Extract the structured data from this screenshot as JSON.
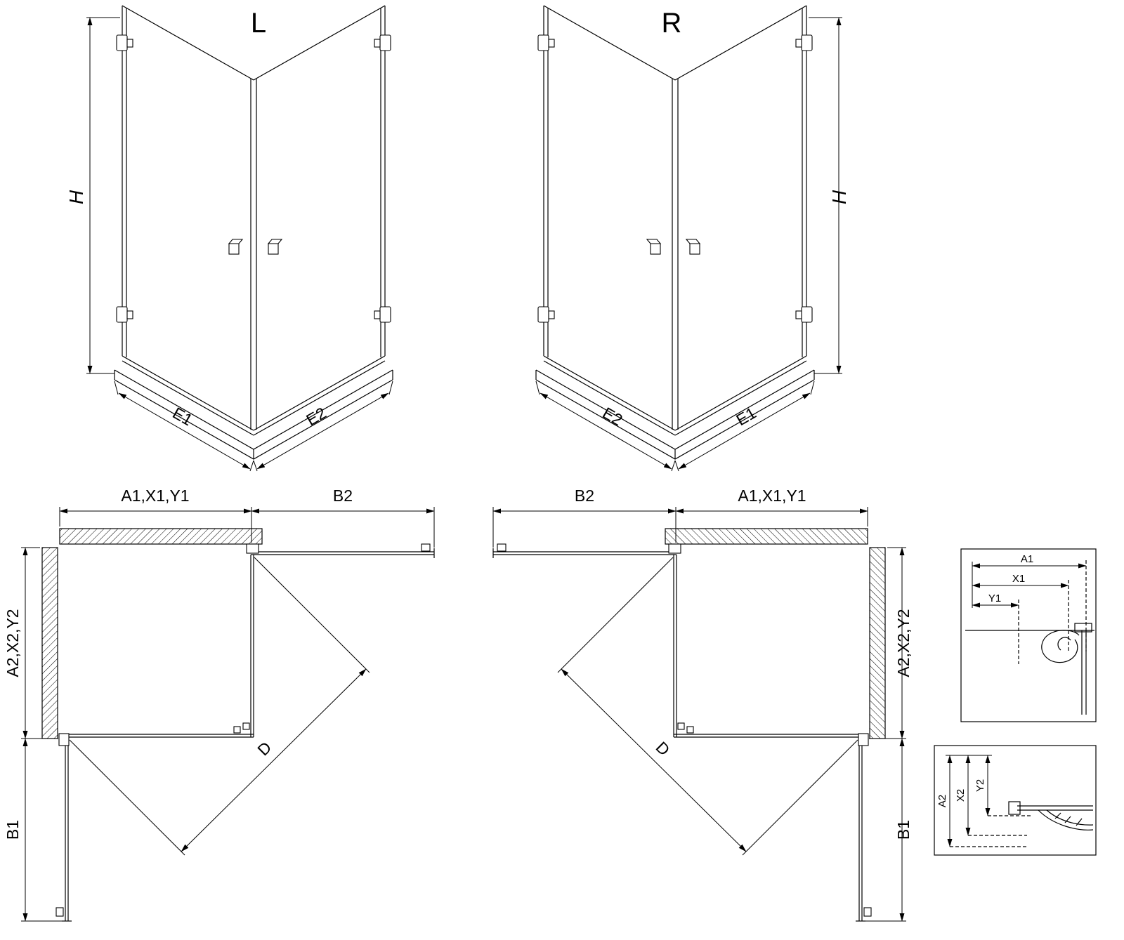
{
  "drawing": {
    "elevations": {
      "left": {
        "label": "L",
        "height_dim": "H",
        "edge_left_dim": "E1",
        "edge_right_dim": "E2"
      },
      "right": {
        "label": "R",
        "height_dim": "H",
        "edge_left_dim": "E2",
        "edge_right_dim": "E1"
      }
    },
    "plans": {
      "left": {
        "top_dim": "A1,X1,Y1",
        "door_top_dim": "B2",
        "side_dim": "A2,X2,Y2",
        "door_side_dim": "B1",
        "diagonal_dim": "D"
      },
      "right": {
        "top_dim": "A1,X1,Y1",
        "door_top_dim": "B2",
        "side_dim": "A2,X2,Y2",
        "door_side_dim": "B1",
        "diagonal_dim": "D"
      }
    },
    "details": {
      "horizontal_box": {
        "dim_a": "A1",
        "dim_x": "X1",
        "dim_y": "Y1"
      },
      "vertical_box": {
        "dim_a": "A2",
        "dim_x": "X2",
        "dim_y": "Y2"
      }
    }
  }
}
